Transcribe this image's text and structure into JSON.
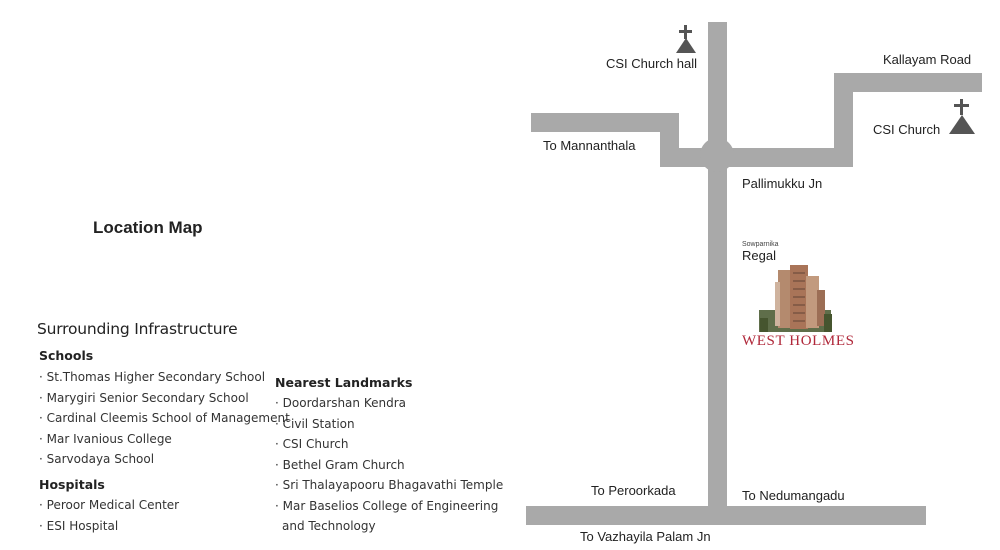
{
  "page": {
    "title": "Location Map"
  },
  "infrastructure": {
    "title": "Surrounding Infrastructure",
    "schools": {
      "title": "Schools",
      "items": [
        "St.Thomas Higher Secondary School",
        "Marygiri Senior Secondary School",
        "Cardinal Cleemis School of Management",
        "Mar Ivanious College",
        "Sarvodaya School"
      ]
    },
    "hospitals": {
      "title": "Hospitals",
      "items": [
        "Peroor Medical Center",
        "ESI Hospital"
      ]
    },
    "landmarks": {
      "title": "Nearest Landmarks",
      "items": [
        "Doordarshan Kendra",
        "Civil Station",
        "CSI Church",
        "Bethel Gram Church",
        "Sri Thalayapooru Bhagavathi Temple",
        "Mar Baselios College of Engineering and Technology"
      ]
    }
  },
  "map": {
    "road_color": "#a9a9a9",
    "label_color": "#222222",
    "labels": {
      "csi_church_hall": "CSI Church hall",
      "kallayam_road": "Kallayam Road",
      "to_mannanthala": "To Mannanthala",
      "csi_church": "CSI Church",
      "pallimukku_jn": "Pallimukku Jn",
      "to_peroorkada": "To Peroorkada",
      "to_nedumangadu": "To Nedumangadu",
      "to_vazhayila": "To Vazhayila Palam Jn"
    },
    "icons": [
      "church-icon",
      "church-icon"
    ]
  },
  "project": {
    "developer_small": "Sowparnika",
    "developer": "Regal",
    "name": "WEST HOLMES",
    "brand_color": "#b0283a"
  }
}
